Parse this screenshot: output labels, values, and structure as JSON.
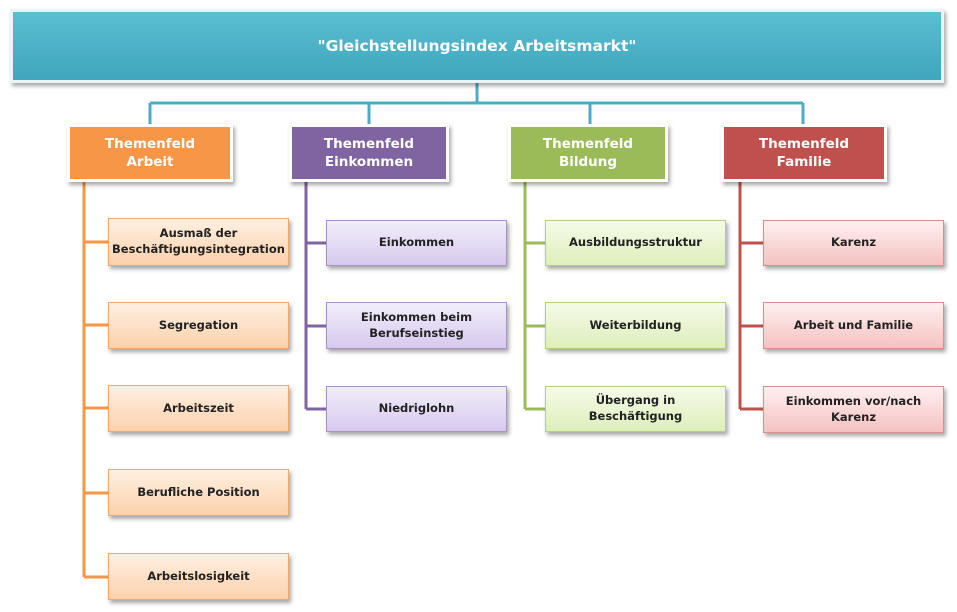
{
  "root": {
    "title": "\"Gleichstellungsindex Arbeitsmarkt\""
  },
  "colors": {
    "root": "#4bacc6",
    "arbeit": "#f79646",
    "einkommen": "#8064a2",
    "bildung": "#9bbb59",
    "familie": "#c0504d"
  },
  "themes": [
    {
      "line1": "Themenfeld",
      "line2": "Arbeit",
      "items": [
        "Ausmaß der Beschäftigungsintegration",
        "Segregation",
        "Arbeitszeit",
        "Berufliche Position",
        "Arbeitslosigkeit"
      ]
    },
    {
      "line1": "Themenfeld",
      "line2": "Einkommen",
      "items": [
        "Einkommen",
        "Einkommen beim Berufseinstieg",
        "Niedriglohn"
      ]
    },
    {
      "line1": "Themenfeld",
      "line2": "Bildung",
      "items": [
        "Ausbildungsstruktur",
        "Weiterbildung",
        "Übergang in Beschäftigung"
      ]
    },
    {
      "line1": "Themenfeld",
      "line2": "Familie",
      "items": [
        "Karenz",
        "Arbeit und Familie",
        "Einkommen vor/nach Karenz"
      ]
    }
  ]
}
